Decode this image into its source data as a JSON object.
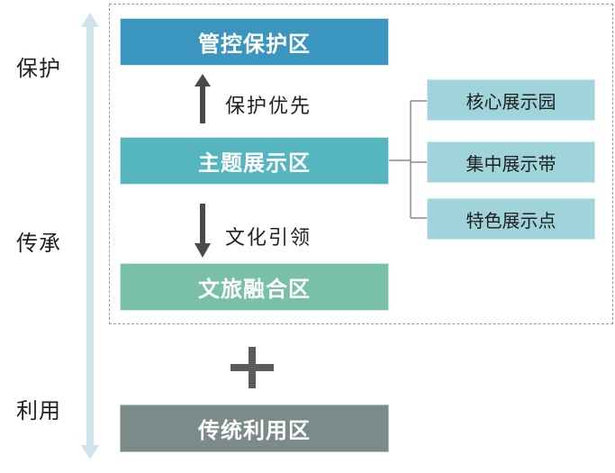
{
  "side_labels": {
    "top": "保护",
    "middle": "传承",
    "bottom": "利用"
  },
  "zones": {
    "protect": {
      "label": "管控保护区",
      "color": "#3a96bf"
    },
    "theme": {
      "label": "主题展示区",
      "color": "#55b6c0"
    },
    "culture": {
      "label": "文旅融合区",
      "color": "#78c0a6"
    },
    "traditional": {
      "label": "传统利用区",
      "color": "#7a8b8a"
    }
  },
  "arrow_notes": {
    "up": "保护优先",
    "down": "文化引领"
  },
  "sub_items": [
    {
      "label": "核心展示园"
    },
    {
      "label": "集中展示带"
    },
    {
      "label": "特色展示点"
    }
  ],
  "colors": {
    "arrow_axis": "#cfe3ec",
    "arrow_dark": "#4a4a4a",
    "plus": "#5b5b5b",
    "sub_fill": "#9fd5da",
    "dashed_border": "#9a9a9a"
  }
}
